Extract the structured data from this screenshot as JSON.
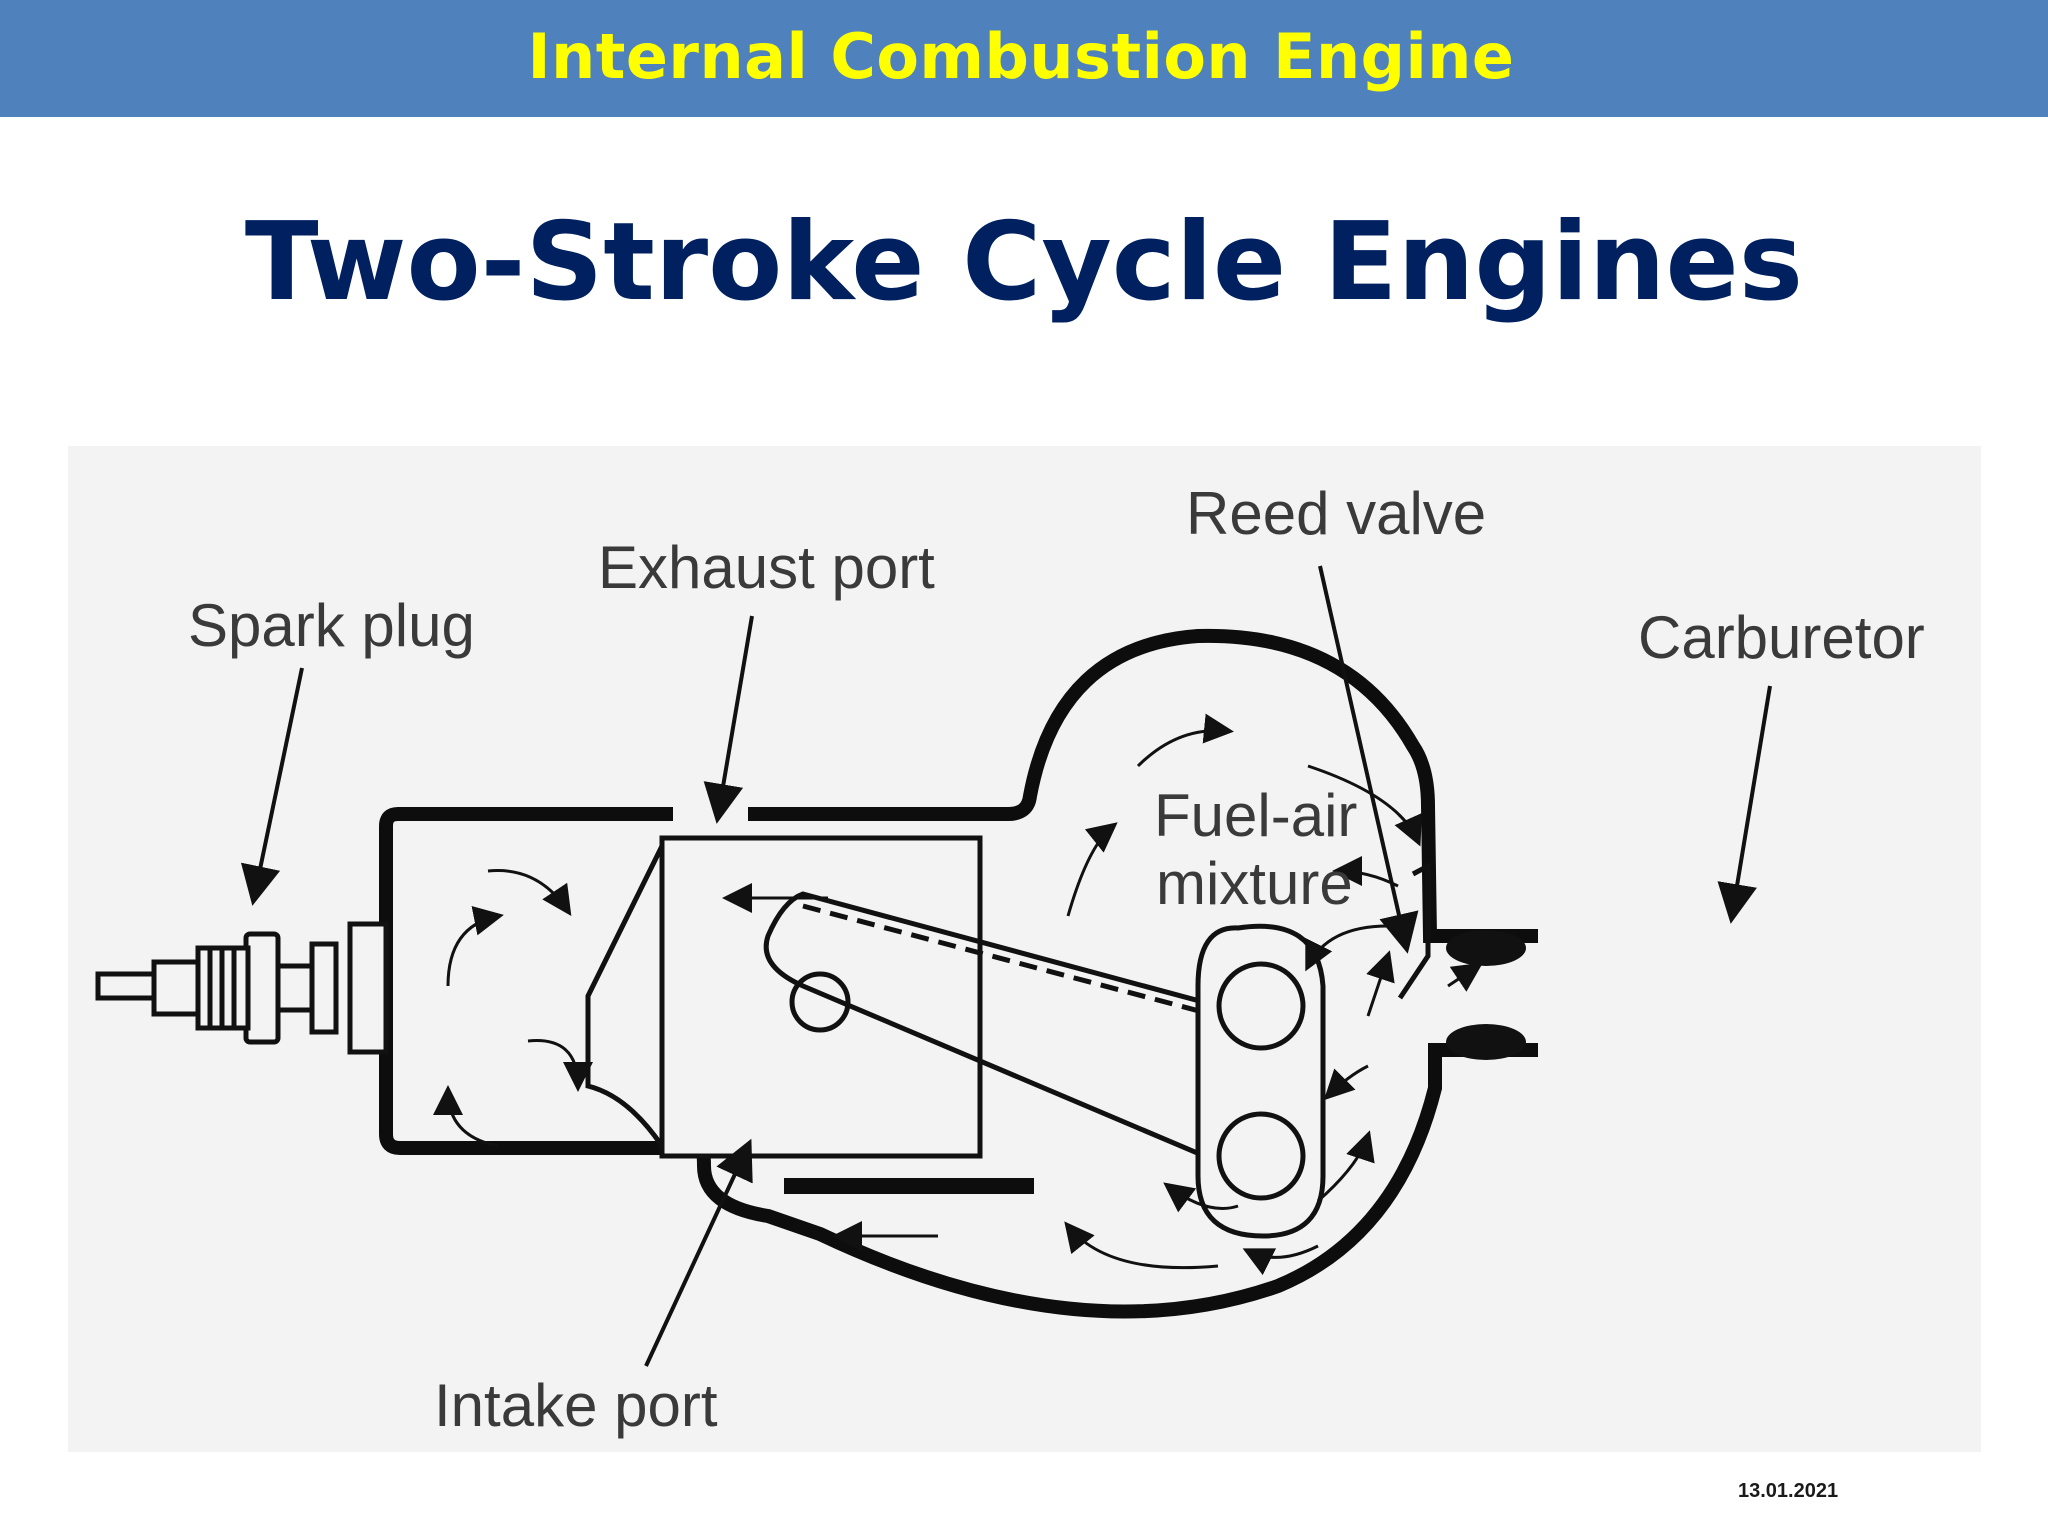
{
  "header": {
    "title": "Internal Combustion Engine"
  },
  "slide": {
    "title": "Two-Stroke Cycle Engines",
    "date": "13.01.2021"
  },
  "diagram": {
    "labels": {
      "spark_plug": "Spark plug",
      "exhaust_port": "Exhaust port",
      "reed_valve": "Reed valve",
      "carburetor": "Carburetor",
      "fuel_air_1": "Fuel-air",
      "fuel_air_2": "mixture",
      "intake_port": "Intake port"
    }
  }
}
